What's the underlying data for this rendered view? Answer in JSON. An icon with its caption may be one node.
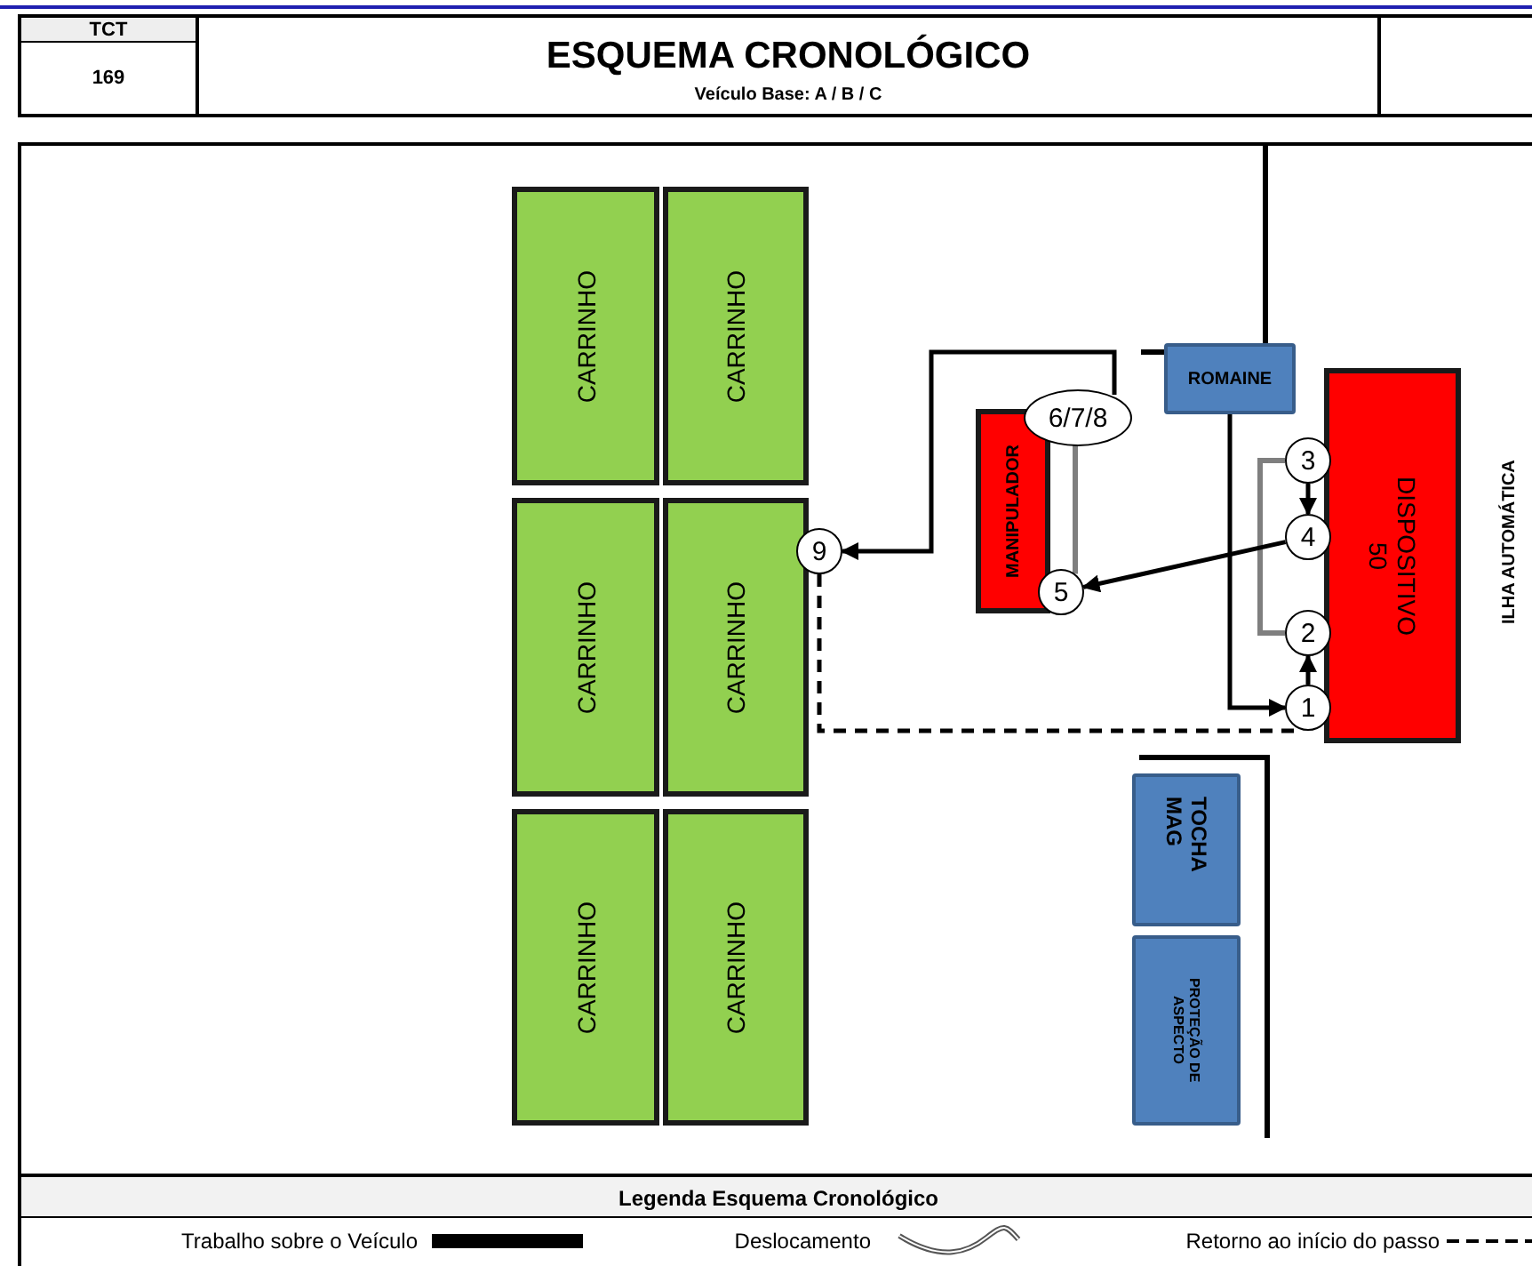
{
  "diagram": {
    "title": "ESQUEMA CRONOLÓGICO",
    "nodes": [
      {
        "text": [
          "CARRINHO"
        ]
      },
      {
        "text": [
          "CARRINHO"
        ]
      },
      {
        "text": [
          "CARRINHO"
        ]
      },
      {
        "text": [
          "CARRINHO"
        ]
      },
      {
        "text": [
          "CARRINHO"
        ]
      },
      {
        "text": [
          "CARRINHO"
        ]
      },
      {
        "text": [
          "ROMAINE"
        ]
      },
      {
        "text": [
          "6/7/8"
        ]
      },
      {
        "text": [
          "MANIPULADOR"
        ]
      },
      {
        "text": [
          "3"
        ]
      },
      {
        "text": [
          "DISPOSITIVO 50"
        ]
      },
      {
        "text": [
          "4"
        ]
      },
      {
        "text": [
          "9"
        ]
      },
      {
        "text": [
          "5"
        ]
      },
      {
        "text": [
          "2"
        ]
      },
      {
        "text": [
          "1"
        ]
      },
      {
        "text": [
          "TOCHA MAG"
        ]
      },
      {
        "text": [
          "PROTEÇÃO DE ASPECTO"
        ]
      }
    ],
    "edges": [
      {
        "from": 6,
        "to": 15,
        "arrow": "to"
      },
      {
        "from": 15,
        "to": 14,
        "arrow": "to"
      },
      {
        "from": 14,
        "to": 9,
        "arrow": "none",
        "color": "#7f7f7f"
      },
      {
        "from": 9,
        "to": 11,
        "arrow": "to"
      },
      {
        "from": 11,
        "to": 13,
        "arrow": "to"
      },
      {
        "from": 7,
        "to": 13,
        "arrow": "none",
        "color": "#7f7f7f"
      },
      {
        "from": 7,
        "to": 12,
        "arrow": "to"
      },
      {
        "from": 12,
        "to": 15,
        "arrow": "none",
        "style": "dashed"
      }
    ],
    "labels": [
      "TCT",
      "169",
      "Veículo Base: A / B / C",
      "ILHA AUTOMÁTICA",
      "Legenda Esquema Cronológico"
    ],
    "legend": [
      {
        "text": "Trabalho sobre o Veículo"
      },
      {
        "text": "Deslocamento"
      },
      {
        "text": "Retorno ao início do passo"
      }
    ]
  }
}
